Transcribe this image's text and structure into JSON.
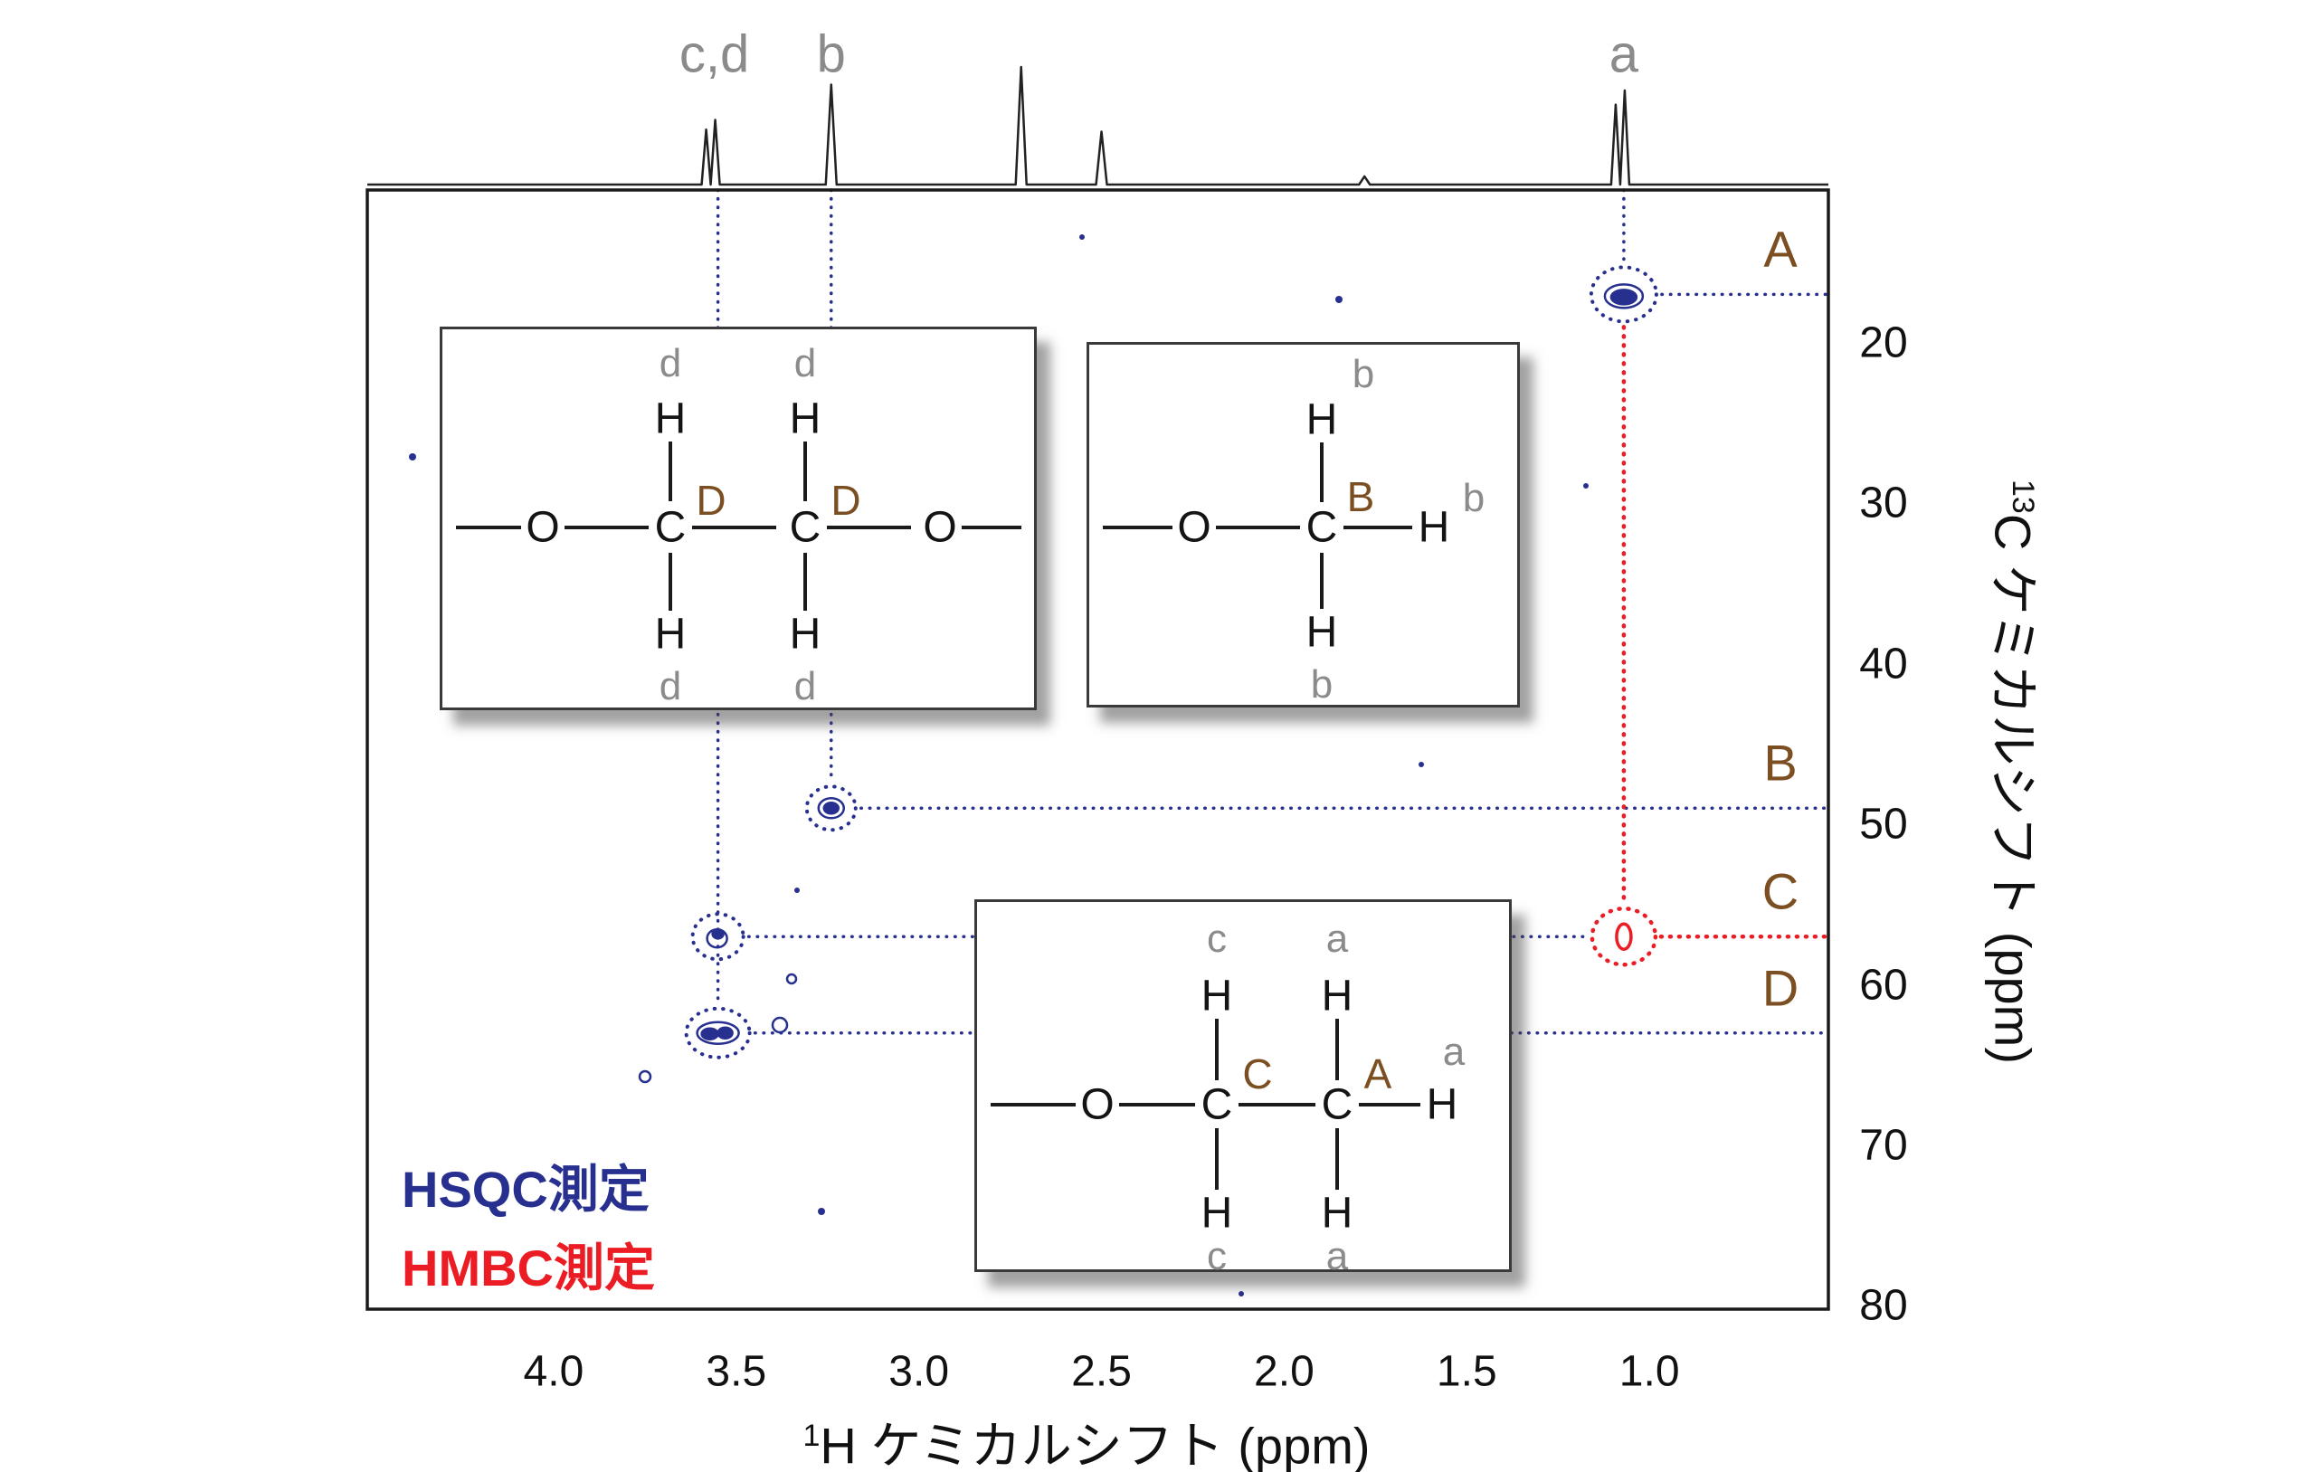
{
  "colors": {
    "hsqc": "#28308f",
    "hmbc": "#ec1c24",
    "assignment": "#7b4f21",
    "gray_label": "#8b8b8b"
  },
  "legend": {
    "hsqc": "HSQC測定",
    "hmbc": "HMBC測定"
  },
  "axes": {
    "x_title_sup": "1",
    "x_title_rest": "H ケミカルシフト (ppm)",
    "y_title_sup": "13",
    "y_title_rest": "C ケミカルシフト (ppm)",
    "x_ticks": [
      "4.0",
      "3.5",
      "3.0",
      "2.5",
      "2.0",
      "1.5",
      "1.0"
    ],
    "y_ticks": [
      "20",
      "30",
      "40",
      "50",
      "60",
      "70",
      "80"
    ]
  },
  "chart_data": {
    "type": "scatter",
    "title": "",
    "xlabel": "1H ケミカルシフト (ppm)",
    "ylabel": "13C ケミカルシフト (ppm)",
    "x_axis_reversed": true,
    "y_axis_reversed": true,
    "xlim": [
      4.51,
      0.51
    ],
    "ylim": [
      10.5,
      80.2
    ],
    "x_ticks": [
      4.0,
      3.5,
      3.0,
      2.5,
      2.0,
      1.5,
      1.0
    ],
    "y_ticks": [
      20,
      30,
      40,
      50,
      60,
      70,
      80
    ],
    "grid": false,
    "legend_position": "bottom-left",
    "series": [
      {
        "name": "HSQC測定",
        "color": "#28308f",
        "points": [
          {
            "h_ppm": 1.07,
            "c_ppm": 17,
            "carbon": "A",
            "proton": "a"
          },
          {
            "h_ppm": 3.24,
            "c_ppm": 49,
            "carbon": "B",
            "proton": "b"
          },
          {
            "h_ppm": 3.55,
            "c_ppm": 57,
            "carbon": "C",
            "proton": "c"
          },
          {
            "h_ppm": 3.55,
            "c_ppm": 63,
            "carbon": "D",
            "proton": "d"
          }
        ]
      },
      {
        "name": "HMBC測定",
        "color": "#ec1c24",
        "points": [
          {
            "h_ppm": 1.07,
            "c_ppm": 57,
            "carbon": "C",
            "proton": "a"
          }
        ]
      }
    ],
    "top_trace_peaks": [
      {
        "ppm": 3.56,
        "height": 0.55,
        "label": "c,d",
        "doublet": true
      },
      {
        "ppm": 3.24,
        "height": 0.85,
        "label": "b",
        "doublet": false
      },
      {
        "ppm": 2.72,
        "height": 1.0,
        "label": "",
        "doublet": false
      },
      {
        "ppm": 2.5,
        "height": 0.45,
        "label": "",
        "doublet": false
      },
      {
        "ppm": 1.78,
        "height": 0.07,
        "label": "",
        "doublet": false
      },
      {
        "ppm": 1.07,
        "height": 0.8,
        "label": "a",
        "doublet": true
      }
    ],
    "carbon_row_labels": [
      {
        "label": "A",
        "c_ppm": 17
      },
      {
        "label": "B",
        "c_ppm": 49
      },
      {
        "label": "C",
        "c_ppm": 57
      },
      {
        "label": "D",
        "c_ppm": 63
      }
    ]
  },
  "structures": {
    "box1": {
      "o_left": "O",
      "c_left": "C",
      "c_right": "C",
      "o_right": "O",
      "c_label": "D",
      "h": "H",
      "h_label": "d"
    },
    "box2": {
      "o": "O",
      "c": "C",
      "h": "H",
      "c_label": "B",
      "h_label": "b"
    },
    "box3": {
      "o": "O",
      "c_left": "C",
      "c_right": "C",
      "h": "H",
      "c_left_label": "C",
      "c_right_label": "A",
      "h_left_label": "c",
      "h_right_label": "a"
    }
  }
}
